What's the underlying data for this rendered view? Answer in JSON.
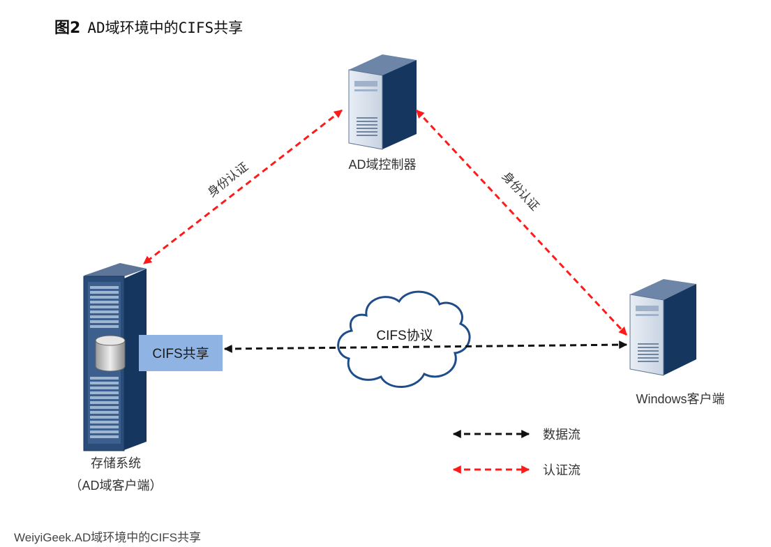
{
  "figure": {
    "number": "图2",
    "title": "AD域环境中的CIFS共享"
  },
  "nodes": {
    "ad_controller": "AD域控制器",
    "storage_line1": "存储系统",
    "storage_line2": "（AD域客户端）",
    "windows_client": "Windows客户端",
    "cifs_share": "CIFS共享",
    "cifs_protocol": "CIFS协议"
  },
  "edges": {
    "auth_left": "身份认证",
    "auth_right": "身份认证"
  },
  "legend": {
    "data_flow": "数据流",
    "auth_flow": "认证流"
  },
  "colors": {
    "auth": "#ff1a1a",
    "data": "#111111",
    "share_box": "#8fb4e3",
    "server_front": "#1f3f6e",
    "server_side": "#0f2a52",
    "cloud_stroke": "#1f4d8a"
  },
  "caption": "WeiyiGeek.AD域环境中的CIFS共享"
}
